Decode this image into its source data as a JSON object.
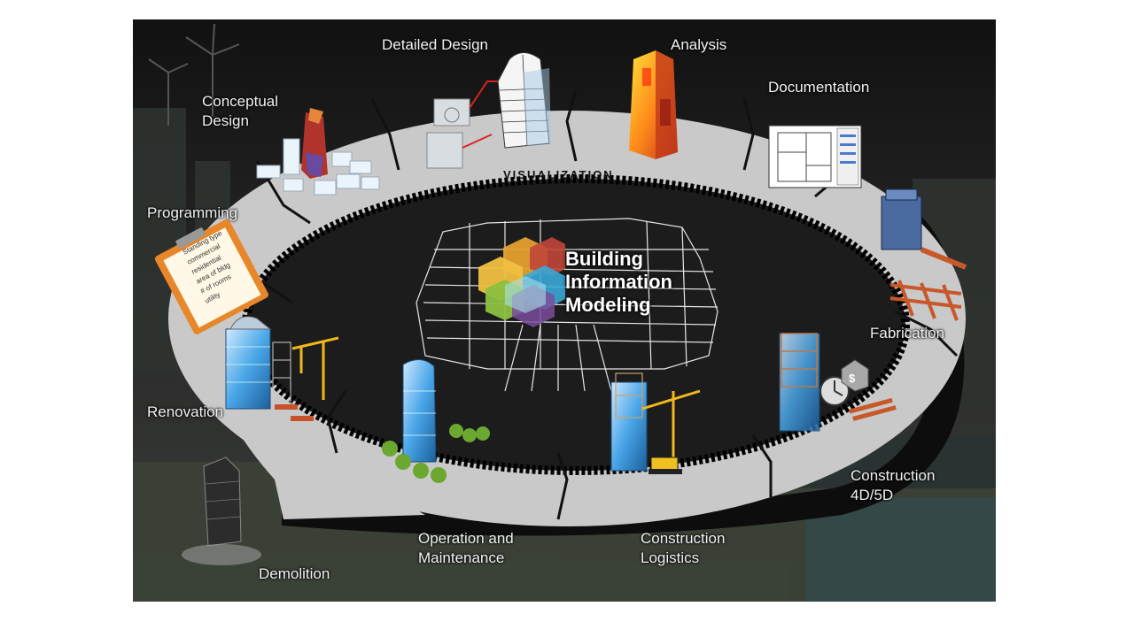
{
  "diagram": {
    "title_lines": [
      "Building",
      "Information",
      "Modeling"
    ],
    "ring_label": "VISUALIZATION",
    "stages": {
      "detailed_design": "Detailed Design",
      "analysis": "Analysis",
      "documentation": "Documentation",
      "conceptual_design": "Conceptual Design",
      "programming": "Programming",
      "fabrication": "Fabrication",
      "renovation": "Renovation",
      "construction_4d5d": "Construction 4D/5D",
      "operation_maintenance": "Operation and Maintenance",
      "construction_logistics": "Construction Logistics",
      "demolition": "Demolition"
    },
    "clipboard_lines": [
      "Standing type",
      "commercial",
      "residential",
      "area of bldg",
      "# of rooms",
      "utility"
    ],
    "price_symbol": "$"
  }
}
